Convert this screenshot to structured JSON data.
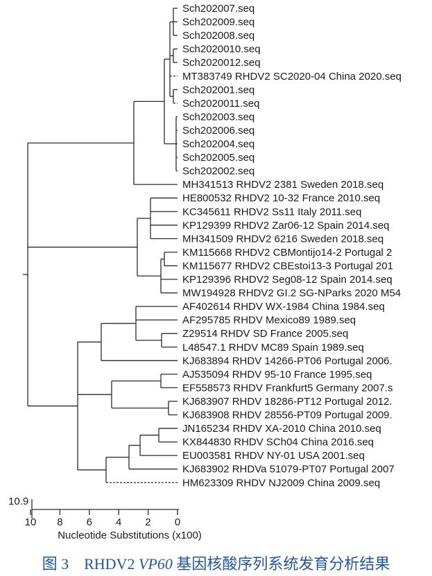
{
  "tree": {
    "leaves": [
      "Sch202007.seq",
      "Sch202009.seq",
      "Sch202008.seq",
      "Sch2020010.seq",
      "Sch2020012.seq",
      "MT383749 RHDV2 SC2020-04 China 2020.seq",
      "Sch202001.seq",
      "Sch2020011.seq",
      "Sch202003.seq",
      "Sch202006.seq",
      "Sch202004.seq",
      "Sch202005.seq",
      "Sch202002.seq",
      "MH341513 RHDV2 2381 Sweden 2018.seq",
      "HE800532 RHDV2 10-32 France  2010.seq",
      "KC345611 RHDV2 Ss11 Italy 2011.seq",
      "KP129399 RHDV2 Zar06-12 Spain 2014.seq",
      "MH341509 RHDV2 6216 Sweden 2018.seq",
      "KM115668 RHDV2 CBMontijo14-2 Portugal 2",
      "KM115677 RHDV2 CBEstoi13-3 Portugal 201",
      "KP129396 RHDV2 Seg08-12 Spain 2014.seq",
      "MW194928 RHDV2 GI.2 SG-NParks 2020 M54",
      "AF402614 RHDV WX-1984 China 1984.seq",
      "AF295785 RHDV Mexico89 1989.seq",
      "Z29514 RHDV  SD France 2005.seq",
      "L48547.1 RHDV MC89 Spain 1989.seq",
      "KJ683894 RHDV 14266-PT06 Portugal 2006.",
      "AJ535094 RHDV 95-10 France 1995.seq",
      "EF558573 RHDV Frankfurt5 Germany 2007.s",
      "KJ683907 RHDV 18286-PT12 Portugal 2012.",
      "KJ683908 RHDV 28556-PT09 Portugal 2009.",
      "JN165234 RHDV XA-2010 China 2010.seq",
      "KX844830 RHDV SCh04 China 2016.seq",
      "EU003581 RHDV NY-01 USA 2001.seq",
      "KJ683902 RHDVa 51079-PT07 Portugal 2007",
      "HM623309 RHDV NJ2009 China 2009.seq"
    ],
    "dashed_leaves": [
      5,
      7,
      35
    ],
    "scale_value": "10.9",
    "axis": {
      "ticks": [
        "10",
        "8",
        "6",
        "4",
        "2",
        "0"
      ],
      "tick_values": [
        10,
        8,
        6,
        4,
        2,
        0
      ],
      "label": "Nucleotide Substitutions (x100)"
    }
  },
  "caption": {
    "prefix": "图 3 RHDV2 ",
    "gene": "VP60",
    "suffix": " 基因核酸序列系统发育分析结果"
  }
}
